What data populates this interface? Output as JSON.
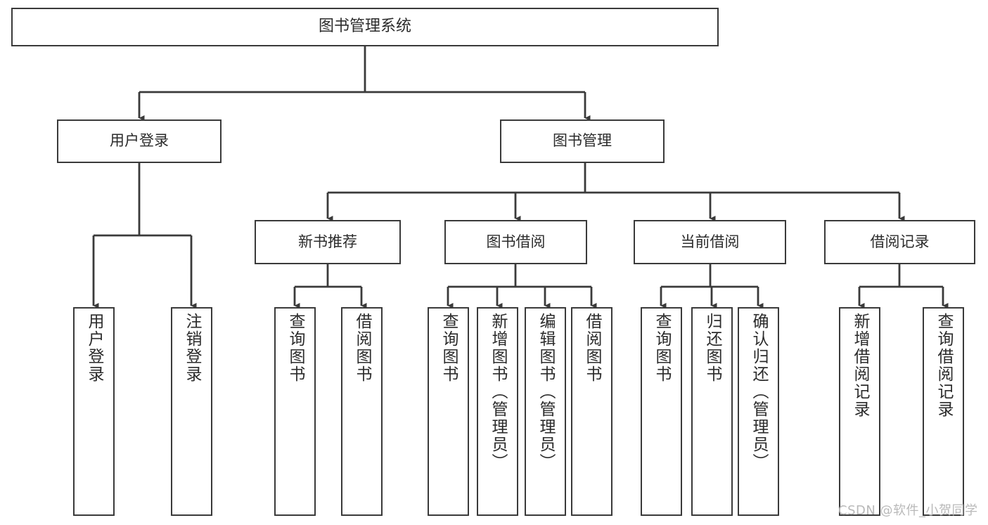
{
  "diagram": {
    "title": "图书管理系统",
    "type": "tree-hierarchy",
    "watermark": "CSDN @软件_小贺同学",
    "colors": {
      "background": "#ffffff",
      "box_border": "#3a3a3a",
      "box_fill": "#ffffff",
      "text": "#2b2b2b",
      "connector": "#3a3a3a",
      "watermark": "#b9b9b9"
    },
    "levels": {
      "root": "图书管理系统",
      "level2": [
        "用户登录",
        "图书管理"
      ],
      "level3": [
        "新书推荐",
        "图书借阅",
        "当前借阅",
        "借阅记录"
      ]
    },
    "nodes": {
      "root": {
        "label": "图书管理系统"
      },
      "user_login": {
        "label": "用户登录"
      },
      "book_manage": {
        "label": "图书管理"
      },
      "new_book_rec": {
        "label": "新书推荐"
      },
      "book_borrow": {
        "label": "图书借阅"
      },
      "current_borrow": {
        "label": "当前借阅"
      },
      "borrow_record": {
        "label": "借阅记录"
      },
      "leaf_user_login": {
        "label": "用户登录"
      },
      "leaf_logout": {
        "label": "注销登录"
      },
      "leaf_query_book_a": {
        "label": "查询图书"
      },
      "leaf_borrow_book_a": {
        "label": "借阅图书"
      },
      "leaf_query_book_b": {
        "label": "查询图书"
      },
      "leaf_add_book": {
        "label": "新增图书（管理员）"
      },
      "leaf_edit_book": {
        "label": "编辑图书（管理员）"
      },
      "leaf_borrow_book_b": {
        "label": "借阅图书"
      },
      "leaf_query_book_c": {
        "label": "查询图书"
      },
      "leaf_return_book": {
        "label": "归还图书"
      },
      "leaf_confirm_return": {
        "label": "确认归还（管理员）"
      },
      "leaf_add_record": {
        "label": "新增借阅记录"
      },
      "leaf_query_record": {
        "label": "查询借阅记录"
      }
    },
    "edges": [
      {
        "from": "图书管理系统",
        "to": "用户登录"
      },
      {
        "from": "图书管理系统",
        "to": "图书管理"
      },
      {
        "from": "图书管理",
        "to": "新书推荐"
      },
      {
        "from": "图书管理",
        "to": "图书借阅"
      },
      {
        "from": "图书管理",
        "to": "当前借阅"
      },
      {
        "from": "图书管理",
        "to": "借阅记录"
      },
      {
        "from": "用户登录",
        "to": "用户登录"
      },
      {
        "from": "用户登录",
        "to": "注销登录"
      },
      {
        "from": "新书推荐",
        "to": "查询图书"
      },
      {
        "from": "新书推荐",
        "to": "借阅图书"
      },
      {
        "from": "图书借阅",
        "to": "查询图书"
      },
      {
        "from": "图书借阅",
        "to": "新增图书（管理员）"
      },
      {
        "from": "图书借阅",
        "to": "编辑图书（管理员）"
      },
      {
        "from": "图书借阅",
        "to": "借阅图书"
      },
      {
        "from": "当前借阅",
        "to": "查询图书"
      },
      {
        "from": "当前借阅",
        "to": "归还图书"
      },
      {
        "from": "当前借阅",
        "to": "确认归还（管理员）"
      },
      {
        "from": "借阅记录",
        "to": "新增借阅记录"
      },
      {
        "from": "借阅记录",
        "to": "查询借阅记录"
      }
    ]
  }
}
